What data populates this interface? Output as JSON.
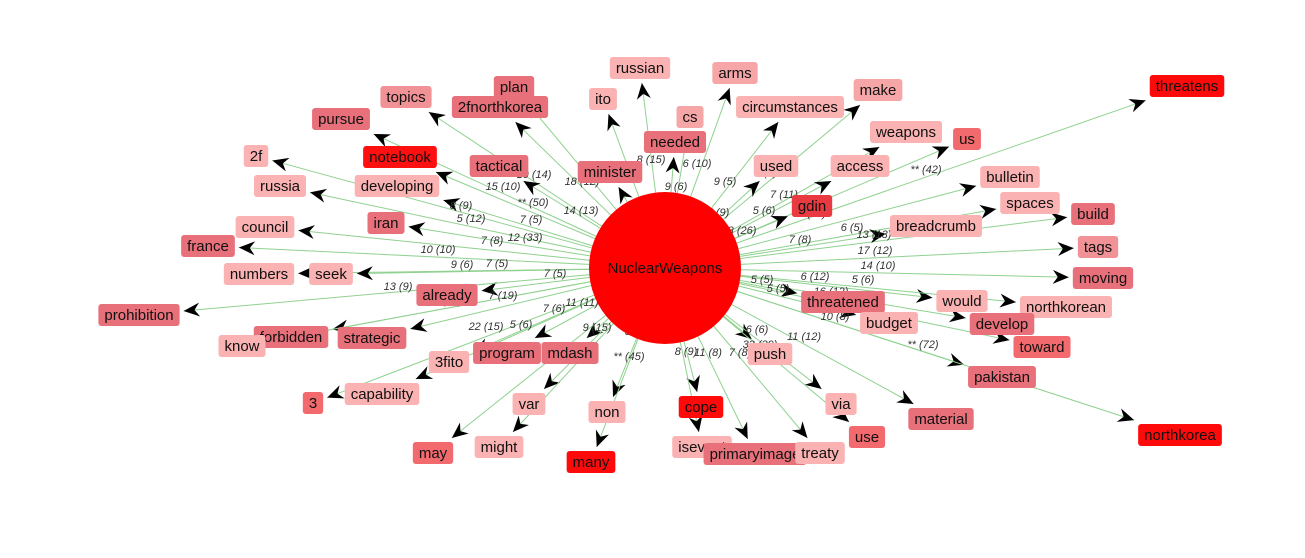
{
  "center": {
    "label": "NuclearWeapons",
    "color": "#ff0000"
  },
  "nodes": [
    {
      "label": "threatens",
      "color": "#ff0a0a"
    },
    {
      "label": "notebook",
      "color": "#ff1010"
    },
    {
      "label": "plan",
      "color": "#e8707a"
    },
    {
      "label": "russian",
      "color": "#fbb2b2"
    },
    {
      "label": "arms",
      "color": "#f7a6a8"
    },
    {
      "label": "topics",
      "color": "#f09296"
    },
    {
      "label": "2fnorthkorea",
      "color": "#e8707a"
    },
    {
      "label": "ito",
      "color": "#fbb2b2"
    },
    {
      "label": "cs",
      "color": "#f7a6a8"
    },
    {
      "label": "circumstances",
      "color": "#fbb2b2"
    },
    {
      "label": "make",
      "color": "#f7a6a8"
    },
    {
      "label": "pursue",
      "color": "#e8707a"
    },
    {
      "label": "needed",
      "color": "#e8707a"
    },
    {
      "label": "weapons",
      "color": "#fbb2b2"
    },
    {
      "label": "us",
      "color": "#f26a6e"
    },
    {
      "label": "2f",
      "color": "#fbb2b2"
    },
    {
      "label": "tactical",
      "color": "#e8707a"
    },
    {
      "label": "minister",
      "color": "#e8707a"
    },
    {
      "label": "used",
      "color": "#fbb2b2"
    },
    {
      "label": "access",
      "color": "#fbb2b2"
    },
    {
      "label": "russia",
      "color": "#fbb2b2"
    },
    {
      "label": "developing",
      "color": "#fbb2b2"
    },
    {
      "label": "bulletin",
      "color": "#fbb2b2"
    },
    {
      "label": "gdin",
      "color": "#e83a40"
    },
    {
      "label": "spaces",
      "color": "#fbb2b2"
    },
    {
      "label": "build",
      "color": "#e8707a"
    },
    {
      "label": "iran",
      "color": "#e8707a"
    },
    {
      "label": "council",
      "color": "#fbb2b2"
    },
    {
      "label": "breadcrumb",
      "color": "#fbb2b2"
    },
    {
      "label": "france",
      "color": "#e8707a"
    },
    {
      "label": "tags",
      "color": "#f09296"
    },
    {
      "label": "numbers",
      "color": "#fbb2b2"
    },
    {
      "label": "seek",
      "color": "#fbb2b2"
    },
    {
      "label": "moving",
      "color": "#e8707a"
    },
    {
      "label": "already",
      "color": "#e8707a"
    },
    {
      "label": "threatened",
      "color": "#e8707a"
    },
    {
      "label": "would",
      "color": "#fbb2b2"
    },
    {
      "label": "northkorean",
      "color": "#fbb2b2"
    },
    {
      "label": "prohibition",
      "color": "#e8707a"
    },
    {
      "label": "budget",
      "color": "#fbb2b2"
    },
    {
      "label": "develop",
      "color": "#e8707a"
    },
    {
      "label": "forbidden",
      "color": "#e8707a"
    },
    {
      "label": "strategic",
      "color": "#e8707a"
    },
    {
      "label": "know",
      "color": "#fbb2b2"
    },
    {
      "label": "toward",
      "color": "#f26a6e"
    },
    {
      "label": "program",
      "color": "#e8707a"
    },
    {
      "label": "mdash",
      "color": "#e8707a"
    },
    {
      "label": "push",
      "color": "#fbb2b2"
    },
    {
      "label": "pakistan",
      "color": "#e8707a"
    },
    {
      "label": "3fito",
      "color": "#fbb2b2"
    },
    {
      "label": "3",
      "color": "#f26a6e"
    },
    {
      "label": "capability",
      "color": "#fbb2b2"
    },
    {
      "label": "var",
      "color": "#fbb2b2"
    },
    {
      "label": "non",
      "color": "#fbb2b2"
    },
    {
      "label": "cope",
      "color": "#ff0a0a"
    },
    {
      "label": "via",
      "color": "#fbb2b2"
    },
    {
      "label": "material",
      "color": "#e8707a"
    },
    {
      "label": "use",
      "color": "#f26a6e"
    },
    {
      "label": "northkorea",
      "color": "#ff0a0a"
    },
    {
      "label": "may",
      "color": "#f26a6e"
    },
    {
      "label": "might",
      "color": "#fbb2b2"
    },
    {
      "label": "many",
      "color": "#ff0a0a"
    },
    {
      "label": "isevent",
      "color": "#fbb2b2"
    },
    {
      "label": "primaryimage",
      "color": "#e8707a"
    },
    {
      "label": "treaty",
      "color": "#fbb2b2"
    }
  ],
  "edge_labels": [
    {
      "text": "** (42)"
    },
    {
      "text": "8 (15)"
    },
    {
      "text": "6 (10)"
    },
    {
      "text": "10 (14)"
    },
    {
      "text": "18 (12)"
    },
    {
      "text": "15 (10)"
    },
    {
      "text": "9 (5)"
    },
    {
      "text": "8 (5)"
    },
    {
      "text": "9 (6)"
    },
    {
      "text": "11 (8)"
    },
    {
      "text": "7 (11)"
    },
    {
      "text": "8 (9)"
    },
    {
      "text": "** (50)"
    },
    {
      "text": "14 (13)"
    },
    {
      "text": "10 (10)"
    },
    {
      "text": "7 (9)"
    },
    {
      "text": "5 (6)"
    },
    {
      "text": "9 (11)"
    },
    {
      "text": "5 (12)"
    },
    {
      "text": "7 (5)"
    },
    {
      "text": "38 (26)"
    },
    {
      "text": "6 (5)"
    },
    {
      "text": "7 (8)"
    },
    {
      "text": "12 (33)"
    },
    {
      "text": "7 (8)"
    },
    {
      "text": "13 (13)"
    },
    {
      "text": "10 (10)"
    },
    {
      "text": "17 (12)"
    },
    {
      "text": "9 (6)"
    },
    {
      "text": "7 (5)"
    },
    {
      "text": "14 (10)"
    },
    {
      "text": "7 (5)"
    },
    {
      "text": "5 (5)"
    },
    {
      "text": "6 (12)"
    },
    {
      "text": "5 (6)"
    },
    {
      "text": "13 (9)"
    },
    {
      "text": "9 (12)"
    },
    {
      "text": "7 (19)"
    },
    {
      "text": "16 (12)"
    },
    {
      "text": "5 (5)"
    },
    {
      "text": "11 (11)"
    },
    {
      "text": "5 (6)"
    },
    {
      "text": "9 (12)"
    },
    {
      "text": "10 (8)"
    },
    {
      "text": "7 (6)"
    },
    {
      "text": "22 (15)"
    },
    {
      "text": "5 (6)"
    },
    {
      "text": "9 (15)"
    },
    {
      "text": "5 (5)"
    },
    {
      "text": "** (42)"
    },
    {
      "text": "11 (12)"
    },
    {
      "text": "** (72)"
    },
    {
      "text": "6 (6)"
    },
    {
      "text": "33 (39)"
    },
    {
      "text": "8 (9)"
    },
    {
      "text": "11 (8)"
    },
    {
      "text": "7 (8)"
    },
    {
      "text": "** (45)"
    },
    {
      "text": "6 (5)"
    }
  ]
}
